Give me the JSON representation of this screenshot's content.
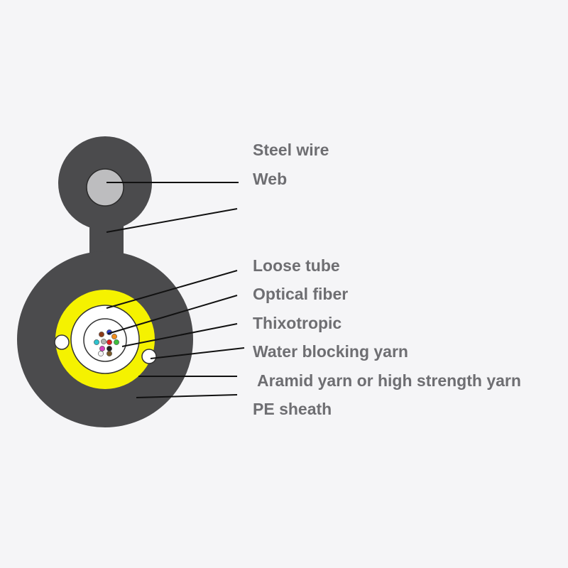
{
  "labels": {
    "steel_wire": "Steel wire",
    "web": "Web",
    "loose_tube": "Loose tube",
    "optical_fiber": "Optical fiber",
    "thixotropic": "Thixotropic",
    "water_blocking_yarn": "Water blocking yarn",
    "aramid_yarn": "Aramid yarn or high strength yarn",
    "pe_sheath": "PE sheath"
  },
  "colors": {
    "background": "#f5f5f7",
    "sheath": "#4b4b4d",
    "steel_wire": "#bdbdbf",
    "aramid": "#f5f200",
    "tube": "#ffffff",
    "leader_line": "#111111",
    "label_text": "#6e6e72"
  },
  "fiber_colors": [
    "#2f3cc8",
    "#8b3a1a",
    "#f28c1c",
    "#3fbf3f",
    "#b0b0b0",
    "#2ec3cf",
    "#e02020",
    "#d63fbf",
    "#222222",
    "#f2f2f2",
    "#7a5a2a",
    "#ffffff"
  ]
}
